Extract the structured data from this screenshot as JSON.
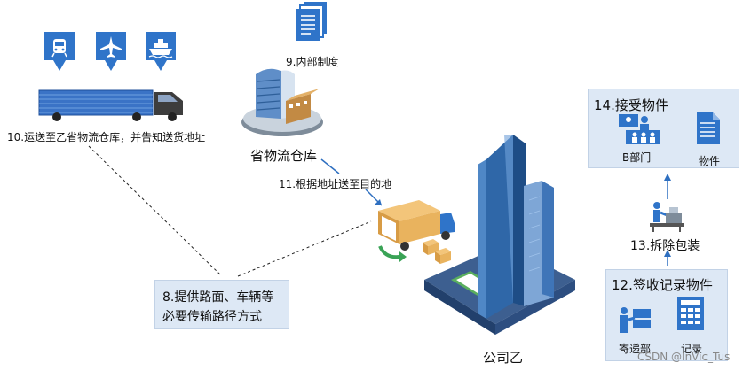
{
  "labels": {
    "step9": "9.内部制度",
    "step10": "10.运送至乙省物流仓库，并告知送货地址",
    "warehouse": "省物流仓库",
    "step11": "11.根据地址送至目的地",
    "step8_line1": "8.提供路面、车辆等",
    "step8_line2": "必要传输路径方式",
    "company": "公司乙",
    "step13": "13.拆除包装",
    "step14": "14.接受物件",
    "dept_b": "B部门",
    "item": "物件",
    "step12": "12.签收记录物件",
    "courier": "寄递部",
    "record": "记录",
    "watermark": "CSDN @InVic_Tus"
  },
  "colors": {
    "accent_blue": "#2e6fc0",
    "box_fill": "#dde8f5",
    "pin_blue": "#2f74c9"
  },
  "icons": [
    "train-icon",
    "airplane-icon",
    "ship-icon",
    "truck-icon",
    "document-stack-icon",
    "warehouse-building-icon",
    "delivery-truck-icon",
    "company-skyscraper-icon",
    "unpacking-worker-icon",
    "department-people-icon",
    "document-icon",
    "courier-people-icon",
    "spreadsheet-icon"
  ]
}
